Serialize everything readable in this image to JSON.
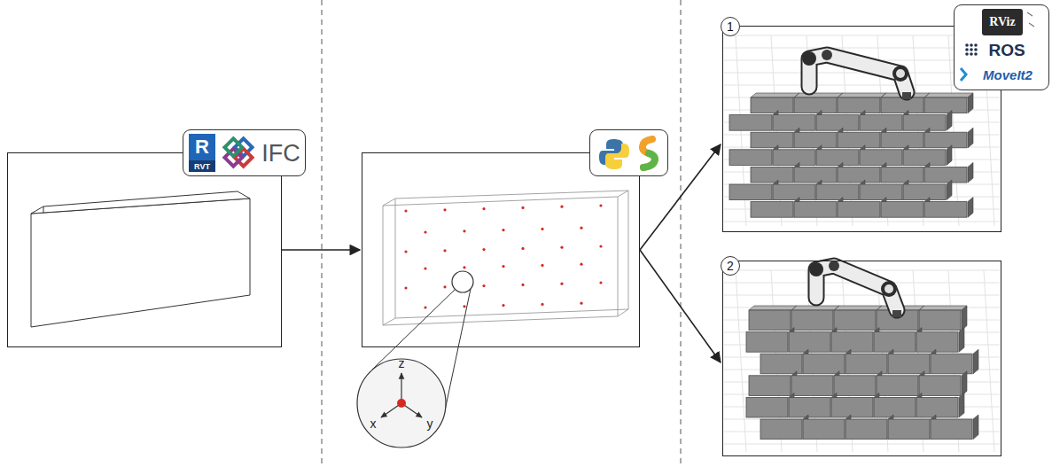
{
  "diagram": {
    "nodes": [
      {
        "text": [
          "R",
          "RVT",
          "IFC"
        ]
      },
      {
        "text": []
      },
      {
        "text": [
          "1",
          "RViz",
          "ROS",
          "MoveIt2"
        ]
      },
      {
        "text": [
          "2"
        ]
      }
    ],
    "edges": [
      {
        "from": 0,
        "to": 1,
        "arrow": "to"
      },
      {
        "from": 1,
        "to": 2,
        "arrow": "to"
      },
      {
        "from": 1,
        "to": 3,
        "arrow": "to"
      }
    ],
    "labels": [
      "z",
      "x",
      "y"
    ]
  }
}
